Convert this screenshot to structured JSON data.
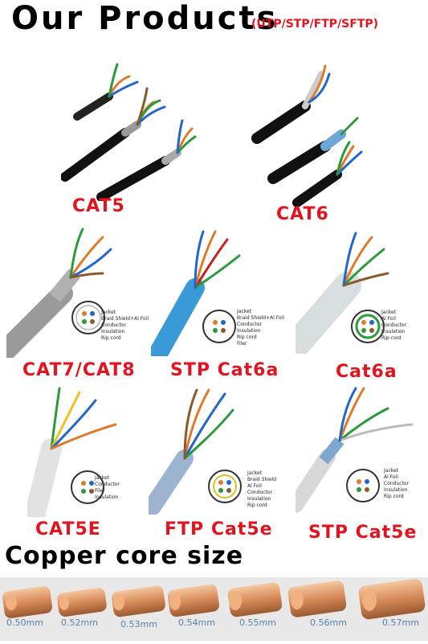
{
  "header": {
    "title": "Our Products",
    "subtitle": "(UTP/STP/FTP/SFTP)"
  },
  "products": [
    {
      "label": "CAT5"
    },
    {
      "label": "CAT6"
    },
    {
      "label": "CAT7/CAT8"
    },
    {
      "label": "STP Cat6a"
    },
    {
      "label": "Cat6a"
    },
    {
      "label": "CAT5E"
    },
    {
      "label": "FTP Cat5e"
    },
    {
      "label": "STP Cat5e"
    }
  ],
  "legends": {
    "cat7": [
      "Jacket",
      "Braid Shield+Al Foil",
      "Conductor",
      "Insulation",
      "Rip cord"
    ],
    "stp6a": [
      "Jacket",
      "Braid Shield+Al Foil",
      "Conductor",
      "Insulation",
      "Rip cord",
      "Filer"
    ],
    "cat6a": [
      "Jacket",
      "Al Foil",
      "Conductor",
      "Insulation",
      "Rip cord"
    ],
    "cat5e": [
      "Jacket",
      "Conductor",
      "Filer",
      "Insulation"
    ],
    "ftp5e": [
      "Jacket",
      "Braid Shield",
      "Al Foil",
      "Conductor",
      "Insulation",
      "Rip cord"
    ],
    "stp5e": [
      "Jacket",
      "Al Foil",
      "Conductor",
      "Insulation",
      "Rip cord"
    ]
  },
  "copper": {
    "title": "Copper core size",
    "sizes": [
      "0.50mm",
      "0.52mm",
      "0.53mm",
      "0.54mm",
      "0.55mm",
      "0.56mm",
      "0.57mm"
    ]
  },
  "colors": {
    "accent_red": "#e1141f",
    "copper": "#d98b5a",
    "size_label": "#5a7fa8"
  }
}
